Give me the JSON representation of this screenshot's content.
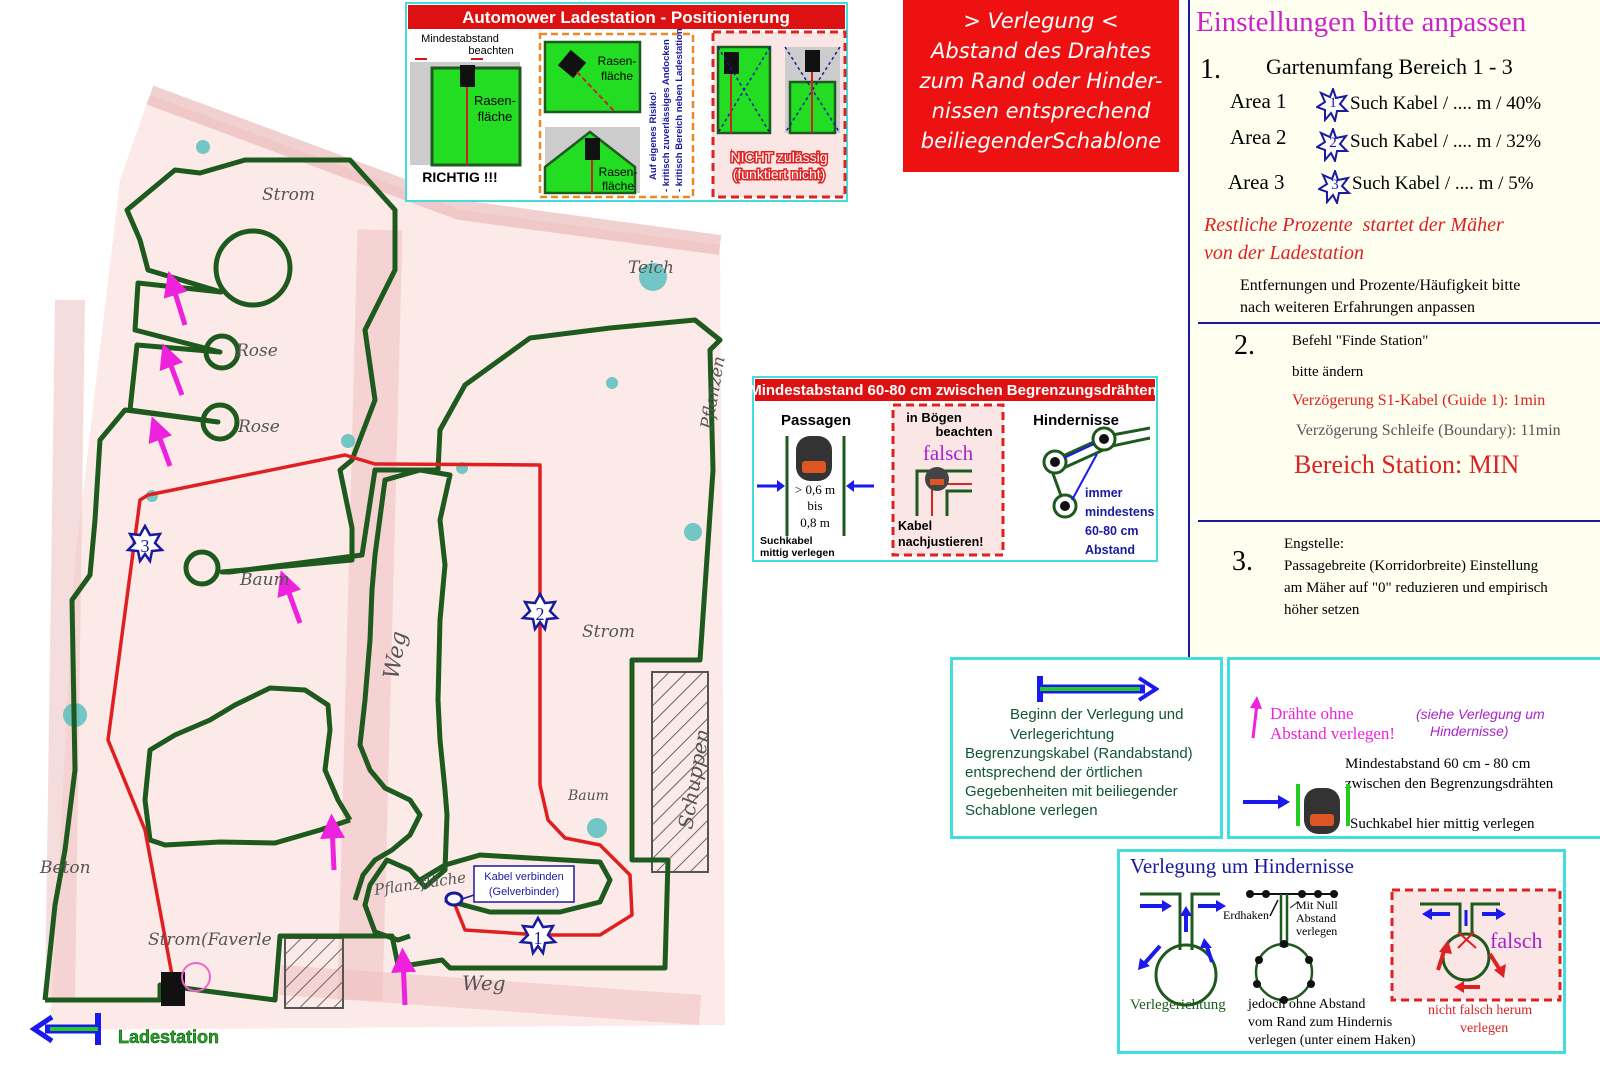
{
  "plan": {
    "labels": {
      "strom_top": "Strom",
      "rose1": "Rose",
      "rose2": "Rose",
      "baum_left": "Baum",
      "teich": "Teich",
      "pflanzen_right": "Pflanzen",
      "weg_vertical": "Weg",
      "strom_right": "Strom",
      "schuppen": "Schuppen",
      "baum_bottom": "Baum",
      "beton": "Beton",
      "strom_faverle": "Strom(Faverle",
      "pflanzflache": "Pflanzfläche",
      "weg_bottom": "Weg"
    },
    "area_markers": [
      "1",
      "2",
      "3"
    ],
    "kabel_note": [
      "Kabel verbinden",
      "(Gelverbinder)"
    ],
    "ladestation": "Ladestation"
  },
  "panel_position": {
    "title": "Automower Ladestation - Positionierung",
    "mindest": [
      "Mindestabstand",
      "beachten"
    ],
    "rasen": [
      "Rasen-",
      "fläche"
    ],
    "richtig": "RICHTIG !!!",
    "risk": [
      "Auf eigenes Risiko!",
      "- kritisch zuverlässiges Andocken",
      "- kritisch Bereich neben Ladestation"
    ],
    "nicht": [
      "NICHT zulässig",
      "(funktiert nicht)"
    ]
  },
  "panel_verlegung": {
    "lines": [
      "> Verlegung <",
      "Abstand des Drahtes",
      "zum Rand oder Hinder-",
      "nissen entsprechend",
      "beiliegenderSchablone"
    ]
  },
  "panel_mindest": {
    "title": "Mindestabstand 60-80 cm zwischen Begrenzungsdrähten",
    "passagen": "Passagen",
    "dist": [
      "> 0,6 m",
      "bis",
      "0,8 m"
    ],
    "suchkabel": [
      "Suchkabel",
      "mittig verlegen"
    ],
    "boegen": [
      "in Bögen",
      "beachten"
    ],
    "falsch": "falsch",
    "kabel": [
      "Kabel",
      "nachjustieren!"
    ],
    "hindernisse": "Hindernisse",
    "immer": [
      "immer",
      "mindestens",
      "60-80 cm",
      "Abstand"
    ]
  },
  "settings": {
    "title": "Einstellungen bitte anpassen",
    "s1_num": "1.",
    "s1_heading": "Gartenumfang Bereich 1 - 3",
    "areas": [
      {
        "label": "Area 1",
        "marker": "1",
        "value": "Such Kabel / .... m / 40%"
      },
      {
        "label": "Area 2",
        "marker": "2",
        "value": "Such Kabel / .... m / 32%"
      },
      {
        "label": "Area 3",
        "marker": "3",
        "value": "Such Kabel / .... m / 5%"
      }
    ],
    "rest": [
      "Restliche Prozente  startet der Mäher",
      "von der Ladestation"
    ],
    "entfernungen": [
      "Entfernungen und Prozente/Häufigkeit bitte",
      "nach weiteren Erfahrungen anpassen"
    ],
    "s2_num": "2.",
    "s2_lines": [
      "Befehl \"Finde Station\"",
      "bitte ändern"
    ],
    "s2_red": "Verzögerung S1-Kabel (Guide 1): 1min",
    "s2_gray": "Verzögerung Schleife (Boundary): 11min",
    "s2_station": "Bereich Station: MIN",
    "s3_num": "3.",
    "s3_lines": [
      "Engstelle:",
      "Passagebreite (Korridorbreite) Einstellung",
      "am Mäher auf \"0\" reduzieren und empirisch",
      "höher setzen"
    ]
  },
  "box_beginn": {
    "lines": [
      "Beginn der Verlegung und",
      "Verlegerichtung",
      "Begrenzungskabel (Randabstand)",
      "entsprechend der örtlichen",
      "Gegebenheiten mit beiliegender",
      "Schablone verlegen"
    ]
  },
  "box_draehte": {
    "magenta": [
      "Drähte ohne",
      "Abstand verlegen!"
    ],
    "siehe": [
      "(siehe Verlegung um",
      "Hindernisse)"
    ],
    "mindest": [
      "Mindestabstand 60 cm - 80 cm",
      "zwischen den Begrenzungsdrähten"
    ],
    "suchkabel": "Suchkabel hier mittig verlegen"
  },
  "box_hindernisse": {
    "title": "Verlegung um Hindernisse",
    "verlegerichtung": "Verlegerichtung",
    "mitnull": [
      "Mit Null",
      "Abstand",
      "verlegen"
    ],
    "erdhaken": "Erdhaken",
    "jedoch": [
      "jedoch ohne Abstand",
      "vom Rand zum Hindernis",
      "verlegen (unter einem Haken)"
    ],
    "falsch": "falsch",
    "nicht": [
      "nicht falsch herum",
      "verlegen"
    ]
  },
  "colors": {
    "wire_green": "#1e5a1e",
    "guide_red": "#e02020",
    "arrow_magenta": "#ee22dd",
    "panel_red": "#ee1111",
    "cyan_border": "#44dddd",
    "settings_bg": "#fffff0",
    "settings_title": "#cc22cc",
    "marker_blue": "#1a1a9e"
  }
}
